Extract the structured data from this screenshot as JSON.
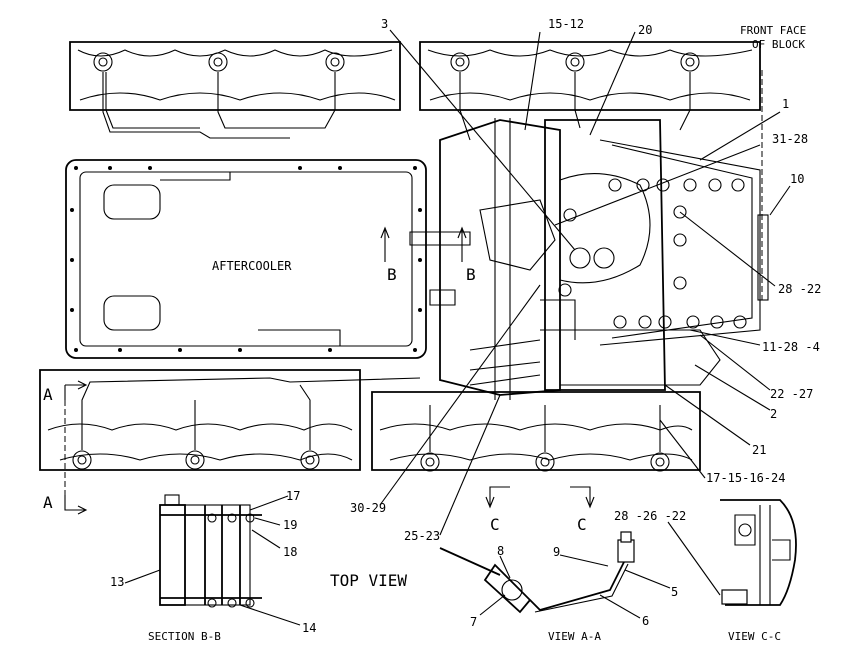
{
  "title": "TOP VIEW",
  "front_face_label": [
    "FRONT FACE",
    "OF BLOCK"
  ],
  "aftercooler_label": "AFTERCOOLER",
  "section_markers": {
    "A": "A",
    "B": "B",
    "C": "C"
  },
  "views": {
    "section_bb": "SECTION B-B",
    "view_aa": "VIEW A-A",
    "view_cc": "VIEW C-C"
  },
  "callouts": {
    "c3": "3",
    "c15_12": "15-12",
    "c20": "20",
    "c1": "1",
    "c31_28": "31-28",
    "c10": "10",
    "c28_22": "28 -22",
    "c11_28_4": "11-28 -4",
    "c22_27": "22 -27",
    "c2": "2",
    "c21": "21",
    "c17_15_16_24": "17-15-16-24",
    "c30_29": "30-29",
    "c25_23": "25-23",
    "c17": "17",
    "c19": "19",
    "c18": "18",
    "c13": "13",
    "c14": "14",
    "c8": "8",
    "c9": "9",
    "c5": "5",
    "c7": "7",
    "c6": "6",
    "c28_26_22": "28 -26 -22"
  }
}
